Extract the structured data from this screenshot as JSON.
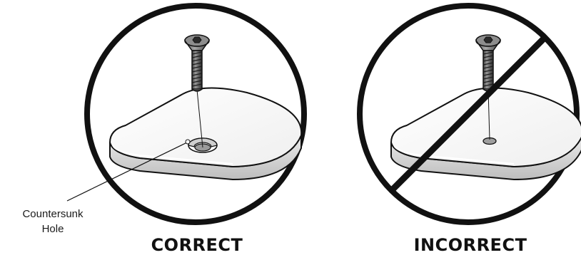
{
  "panels": {
    "correct": {
      "caption": "CORRECT"
    },
    "incorrect": {
      "caption": "INCORRECT"
    }
  },
  "callout": {
    "line1": "Countersunk",
    "line2": "Hole"
  },
  "colors": {
    "outline": "#111111",
    "part_fill": "#f7f7f7",
    "part_shadow": "#d9d9d9",
    "screw_fill": "#6f6f6f"
  }
}
